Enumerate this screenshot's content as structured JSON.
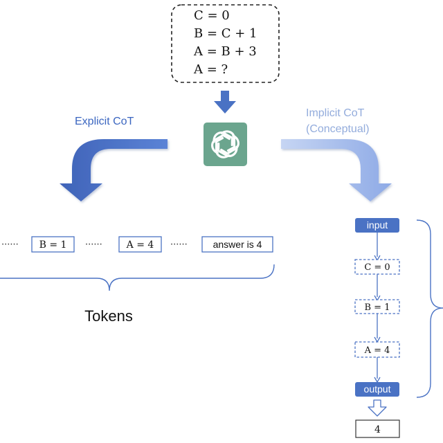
{
  "problem": {
    "lines": [
      "C = 0",
      "B = C + 1",
      "A = B + 3",
      "A = ?"
    ]
  },
  "explicit": {
    "label": "Explicit CoT",
    "dots": "······",
    "tokens": [
      "B = 1",
      "A = 4",
      "answer is 4"
    ],
    "brace_label": "Tokens"
  },
  "implicit": {
    "label_line1": "Implicit CoT",
    "label_line2": "(Conceptual)",
    "input": "input",
    "steps": [
      "C = 0",
      "B = 1",
      "A = 4"
    ],
    "output": "output",
    "answer": "4"
  },
  "colors": {
    "arrow_dark": "#4a72c4",
    "arrow_light": "#9db6ea",
    "box_border": "#4a72c4",
    "node_fill": "#4a72c4",
    "logo_bg": "#6ba58e",
    "explicit_text": "#3b66c0",
    "implicit_text": "#93acdc"
  },
  "icons": {
    "model": "openai-logo-icon"
  }
}
